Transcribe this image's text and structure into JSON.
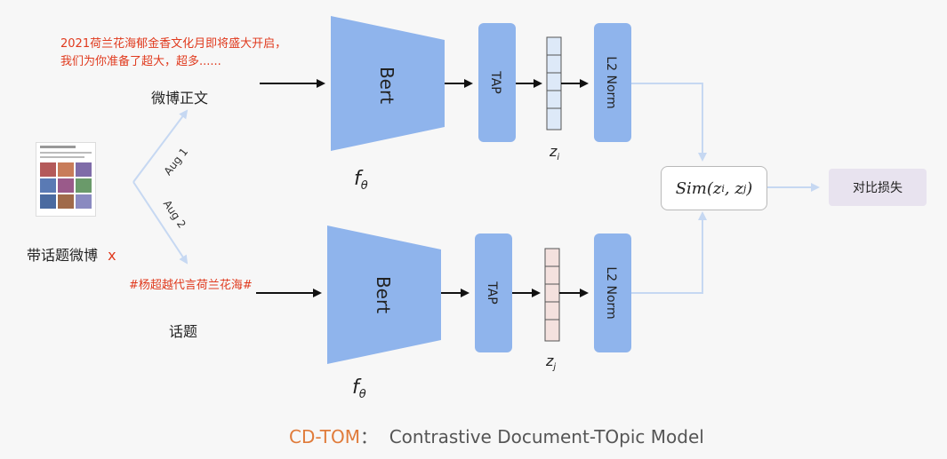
{
  "top_branch": {
    "text_line1": "2021荷兰花海郁金香文化月即将盛大开启，",
    "text_line2": "我们为你准备了超大，超多......",
    "label": "微博正文",
    "aug_label": "Aug 1",
    "encoder_label": "Bert",
    "pool_label": "TAP",
    "norm_label": "L2 Norm",
    "z_label": "z",
    "z_sub": "i",
    "f_label": "f",
    "f_sub": "θ"
  },
  "bottom_branch": {
    "topic_text": "#杨超越代言荷兰花海#",
    "label": "话题",
    "aug_label": "Aug 2",
    "encoder_label": "Bert",
    "pool_label": "TAP",
    "norm_label": "L2 Norm",
    "z_label": "z",
    "z_sub": "j",
    "f_label": "f",
    "f_sub": "θ"
  },
  "input": {
    "label": "带话题微博",
    "var": "x"
  },
  "similarity": {
    "text": "Sim(z",
    "sub_i": "i",
    "comma": ", z",
    "sub_j": "j",
    "close": ")"
  },
  "loss_label": "对比损失",
  "caption": {
    "acronym": "CD-TOM",
    "separator": "：",
    "full": "Contrastive Document-TOpic Model"
  },
  "colors": {
    "block_blue": "#8fb4ec",
    "z_i_fill": "#dde9f8",
    "z_j_fill": "#f4e1de",
    "connector": "#c6d8f2",
    "accent_red": "#e03a1e",
    "caption_accent": "#e07b3a"
  }
}
